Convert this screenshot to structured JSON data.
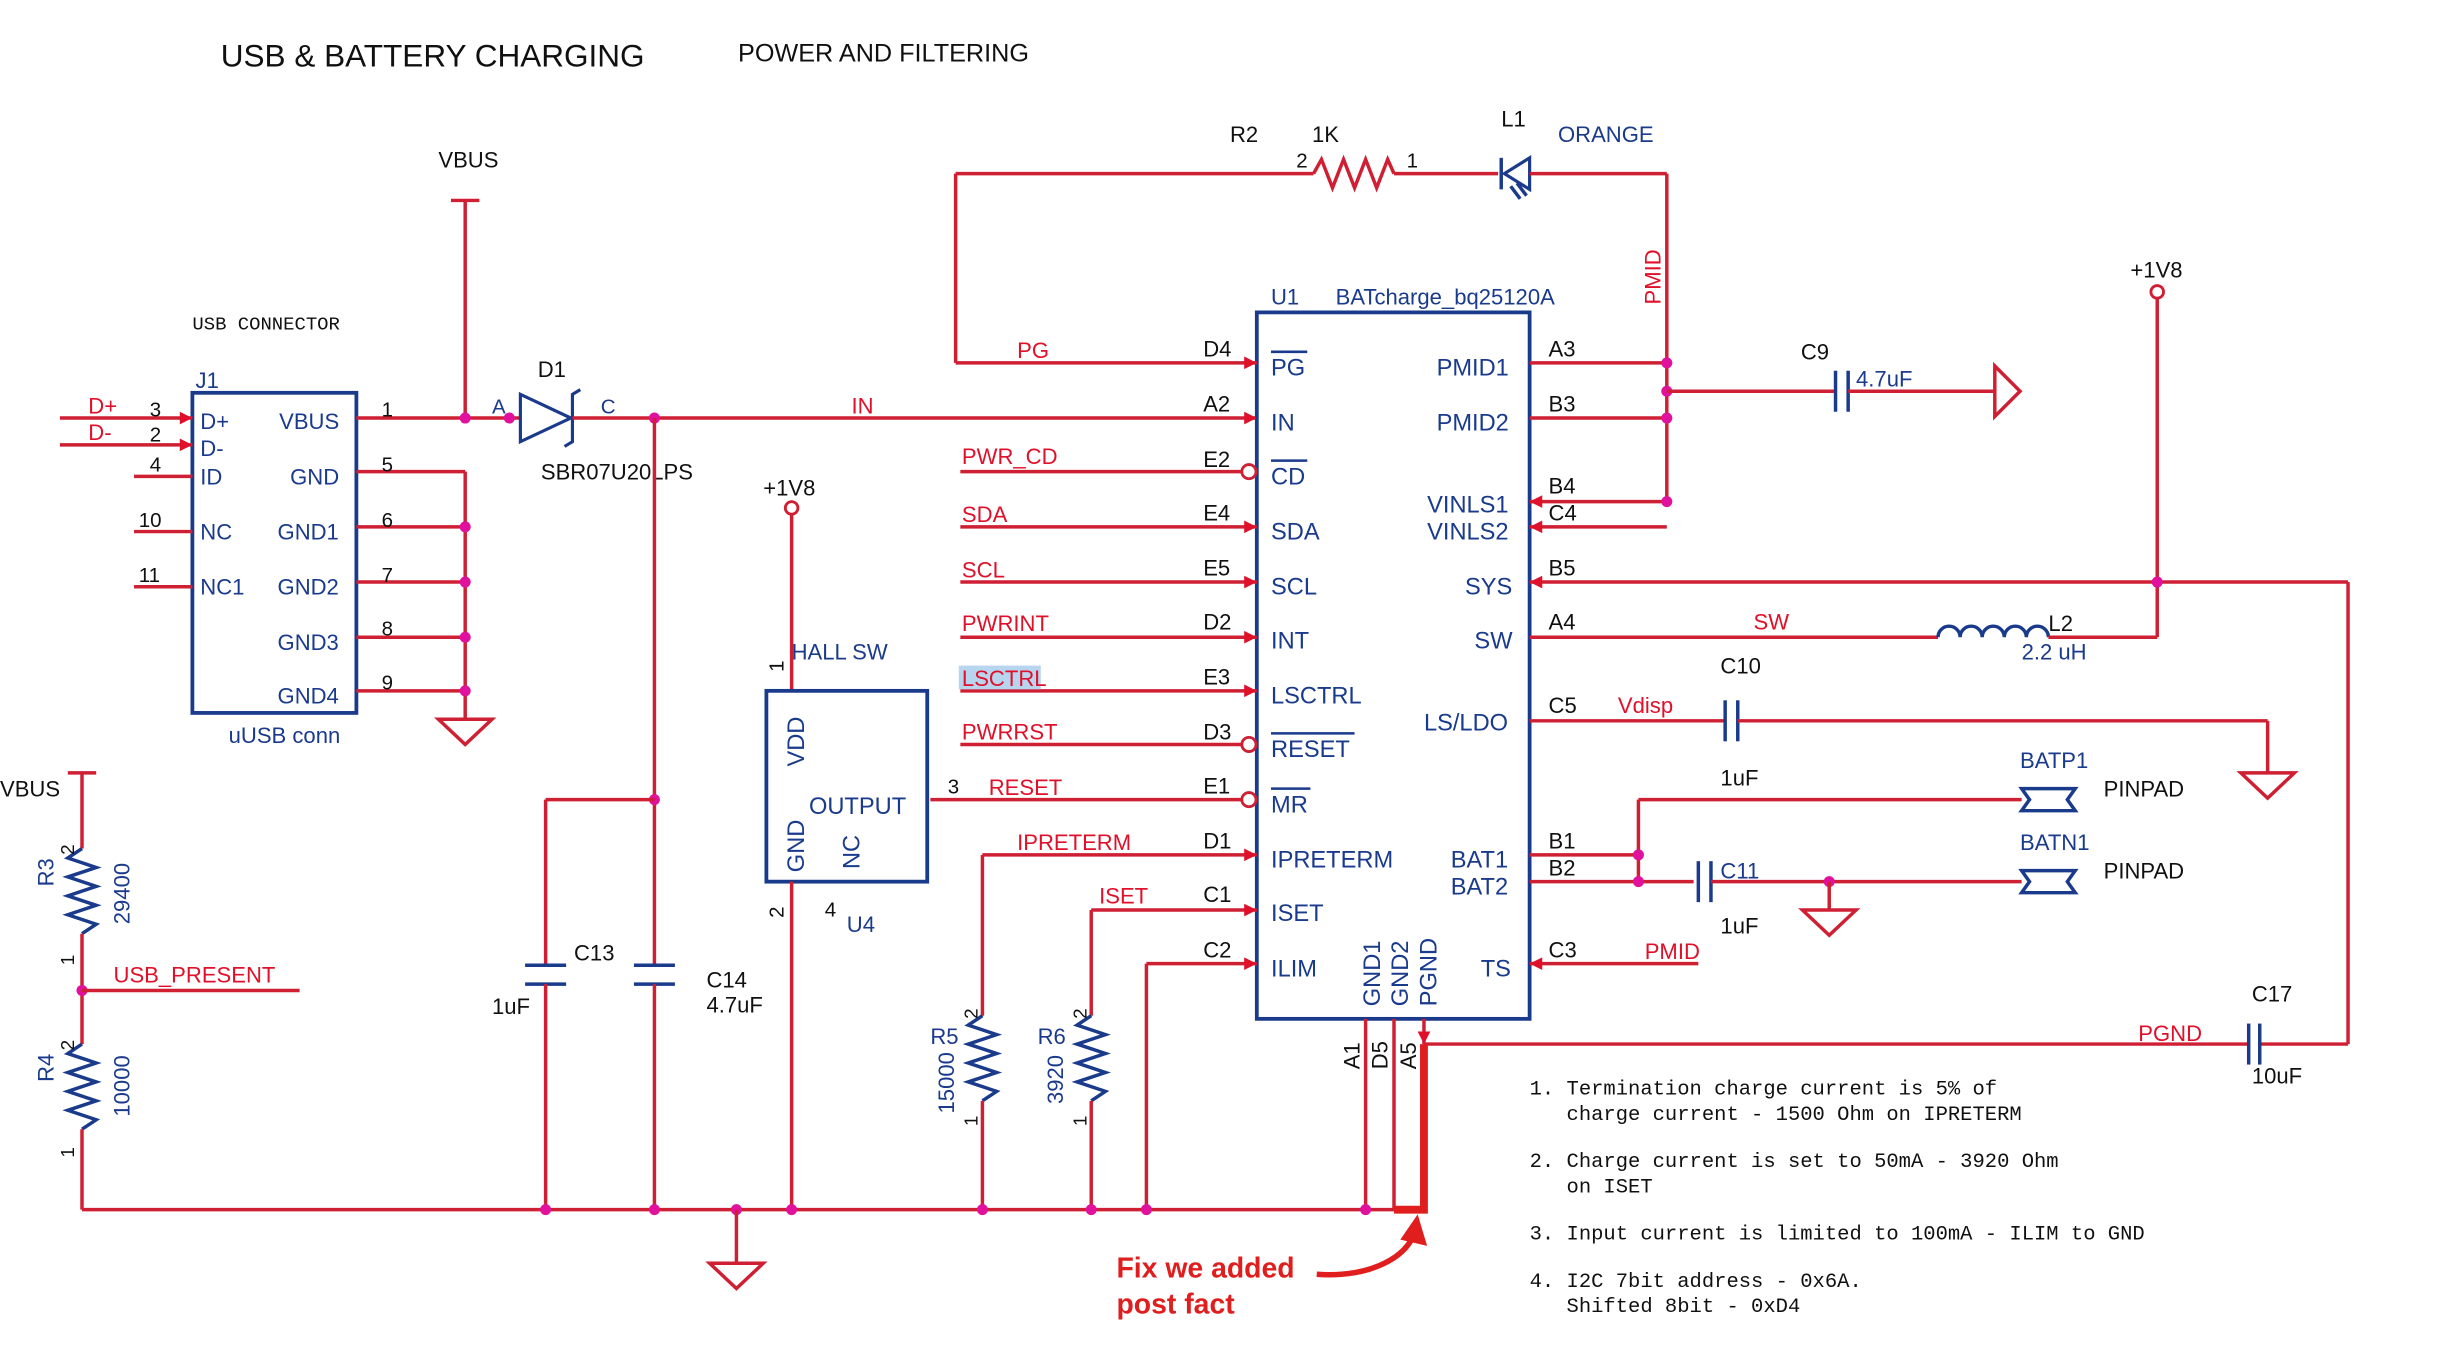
{
  "headings": {
    "left": "USB & BATTERY CHARGING",
    "right": "POWER AND FILTERING"
  },
  "usb": {
    "vbus_top": "VBUS",
    "caption": "USB CONNECTOR",
    "ref": "J1",
    "value": "uUSB conn",
    "pins_left": [
      {
        "net": "D+",
        "num": "3",
        "name": "D+"
      },
      {
        "net": "D-",
        "num": "2",
        "name": "D-"
      },
      {
        "net": "",
        "num": "4",
        "name": "ID"
      },
      {
        "net": "",
        "num": "10",
        "name": "NC"
      },
      {
        "net": "",
        "num": "11",
        "name": "NC1"
      }
    ],
    "pins_right": [
      {
        "num": "1",
        "name": "VBUS"
      },
      {
        "num": "5",
        "name": "GND"
      },
      {
        "num": "6",
        "name": "GND1"
      },
      {
        "num": "7",
        "name": "GND2"
      },
      {
        "num": "8",
        "name": "GND3"
      },
      {
        "num": "9",
        "name": "GND4"
      }
    ]
  },
  "d1": {
    "ref": "D1",
    "pin_a": "A",
    "pin_c": "C",
    "part": "SBR07U20LPS"
  },
  "r2": {
    "ref": "R2",
    "value": "1K",
    "pin2": "2",
    "pin1": "1"
  },
  "l1": {
    "ref": "L1",
    "color": "ORANGE"
  },
  "u1": {
    "ref": "U1",
    "part": "BATcharge_bq25120A",
    "left_pins": [
      {
        "net": "PG",
        "ball": "D4",
        "name": "PG"
      },
      {
        "net": "IN",
        "ball": "A2",
        "name": "IN"
      },
      {
        "net": "PWR_CD",
        "ball": "E2",
        "name": "CD"
      },
      {
        "net": "SDA",
        "ball": "E4",
        "name": "SDA"
      },
      {
        "net": "SCL",
        "ball": "E5",
        "name": "SCL"
      },
      {
        "net": "PWRINT",
        "ball": "D2",
        "name": "INT"
      },
      {
        "net": "LSCTRL",
        "ball": "E3",
        "name": "LSCTRL"
      },
      {
        "net": "PWRRST",
        "ball": "D3",
        "name": "RESET"
      },
      {
        "net": "RESET",
        "ball": "E1",
        "name": "MR"
      },
      {
        "net": "IPRETERM",
        "ball": "D1",
        "name": "IPRETERM"
      },
      {
        "net": "ISET",
        "ball": "C1",
        "name": "ISET"
      },
      {
        "net": "",
        "ball": "C2",
        "name": "ILIM"
      }
    ],
    "right_pins": [
      {
        "name": "PMID1",
        "ball": "A3"
      },
      {
        "name": "PMID2",
        "ball": "B3"
      },
      {
        "name": "VINLS1",
        "ball": "B4"
      },
      {
        "name": "VINLS2",
        "ball": "C4"
      },
      {
        "name": "SYS",
        "ball": "B5"
      },
      {
        "name": "SW",
        "ball": "A4"
      },
      {
        "name": "LS/LDO",
        "ball": "C5"
      },
      {
        "name": "BAT1",
        "ball": "B1"
      },
      {
        "name": "BAT2",
        "ball": "B2"
      },
      {
        "name": "TS",
        "ball": "C3"
      }
    ],
    "bottom_pins": [
      {
        "name": "GND1",
        "ball": "A1"
      },
      {
        "name": "GND2",
        "ball": "D5"
      },
      {
        "name": "PGND",
        "ball": "A5"
      }
    ]
  },
  "nets": {
    "pmid": "PMID",
    "sw": "SW",
    "vdisp": "Vdisp",
    "pgnd": "PGND",
    "usb_present": "USB_PRESENT"
  },
  "rail_1v8": "+1V8",
  "c9": {
    "ref": "C9",
    "value": "4.7uF"
  },
  "l2": {
    "ref": "L2",
    "value": "2.2 uH"
  },
  "c10": {
    "ref": "C10",
    "value": "1uF"
  },
  "c11": {
    "ref": "C11",
    "value": "1uF"
  },
  "c13": {
    "ref": "C13",
    "value": "1uF"
  },
  "c14": {
    "ref": "C14",
    "value": "4.7uF"
  },
  "c17": {
    "ref": "C17",
    "value": "10uF"
  },
  "batp1": {
    "ref": "BATP1",
    "value": "PINPAD"
  },
  "batn1": {
    "ref": "BATN1",
    "value": "PINPAD"
  },
  "u4": {
    "ref": "U4",
    "title": "HALL SW",
    "vdd": "VDD",
    "gnd": "GND",
    "output": "OUTPUT",
    "nc": "NC",
    "pin1": "1",
    "pin2": "2",
    "pin3": "3",
    "pin4": "4"
  },
  "r3": {
    "ref": "R3",
    "value": "29400",
    "pin2": "2",
    "pin1": "1"
  },
  "r4": {
    "ref": "R4",
    "value": "10000",
    "pin2": "2",
    "pin1": "1"
  },
  "r5": {
    "ref": "R5",
    "value": "15000",
    "pin2": "2",
    "pin1": "1"
  },
  "r6": {
    "ref": "R6",
    "value": "3920",
    "pin2": "2",
    "pin1": "1"
  },
  "vbus_left": "VBUS",
  "fix_note": [
    "Fix we added",
    "post fact"
  ],
  "notes": [
    [
      "1. Termination charge current is 5% of",
      "   charge current - 1500 Ohm on IPRETERM"
    ],
    [
      "2. Charge current is set to 50mA - 3920 Ohm",
      "   on ISET"
    ],
    [
      "3. Input current is limited to 100mA - ILIM to GND"
    ],
    [
      "4. I2C 7bit address - 0x6A.",
      "   Shifted 8bit - 0xD4"
    ]
  ]
}
